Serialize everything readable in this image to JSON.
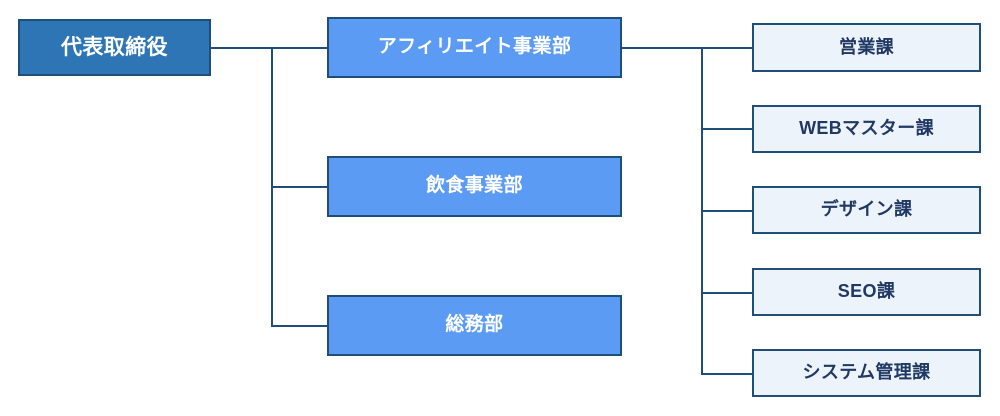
{
  "diagram": {
    "type": "organization-chart",
    "title": "",
    "orientation": "left-to-right",
    "colors": {
      "executive_fill": "#2e75b6",
      "division_fill": "#5b9bf3",
      "section_fill": "#edf3fb",
      "border": "#1f4e79",
      "connector": "#1f4e79",
      "executive_text": "#ffffff",
      "division_text": "#ffffff",
      "section_text": "#1f3864",
      "background": "#ffffff"
    }
  },
  "nodes": {
    "executive": {
      "label": "代表取締役",
      "level": 1
    },
    "divisions": [
      {
        "label": "アフィリエイト事業部",
        "level": 2
      },
      {
        "label": "飲食事業部",
        "level": 2
      },
      {
        "label": "総務部",
        "level": 2
      }
    ],
    "sections": [
      {
        "label": "営業課",
        "level": 3,
        "parent": "アフィリエイト事業部"
      },
      {
        "label": "WEBマスター課",
        "level": 3,
        "parent": "アフィリエイト事業部"
      },
      {
        "label": "デザイン課",
        "level": 3,
        "parent": "アフィリエイト事業部"
      },
      {
        "label": "SEO課",
        "level": 3,
        "parent": "アフィリエイト事業部"
      },
      {
        "label": "システム管理課",
        "level": 3,
        "parent": "アフィリエイト事業部"
      }
    ]
  }
}
